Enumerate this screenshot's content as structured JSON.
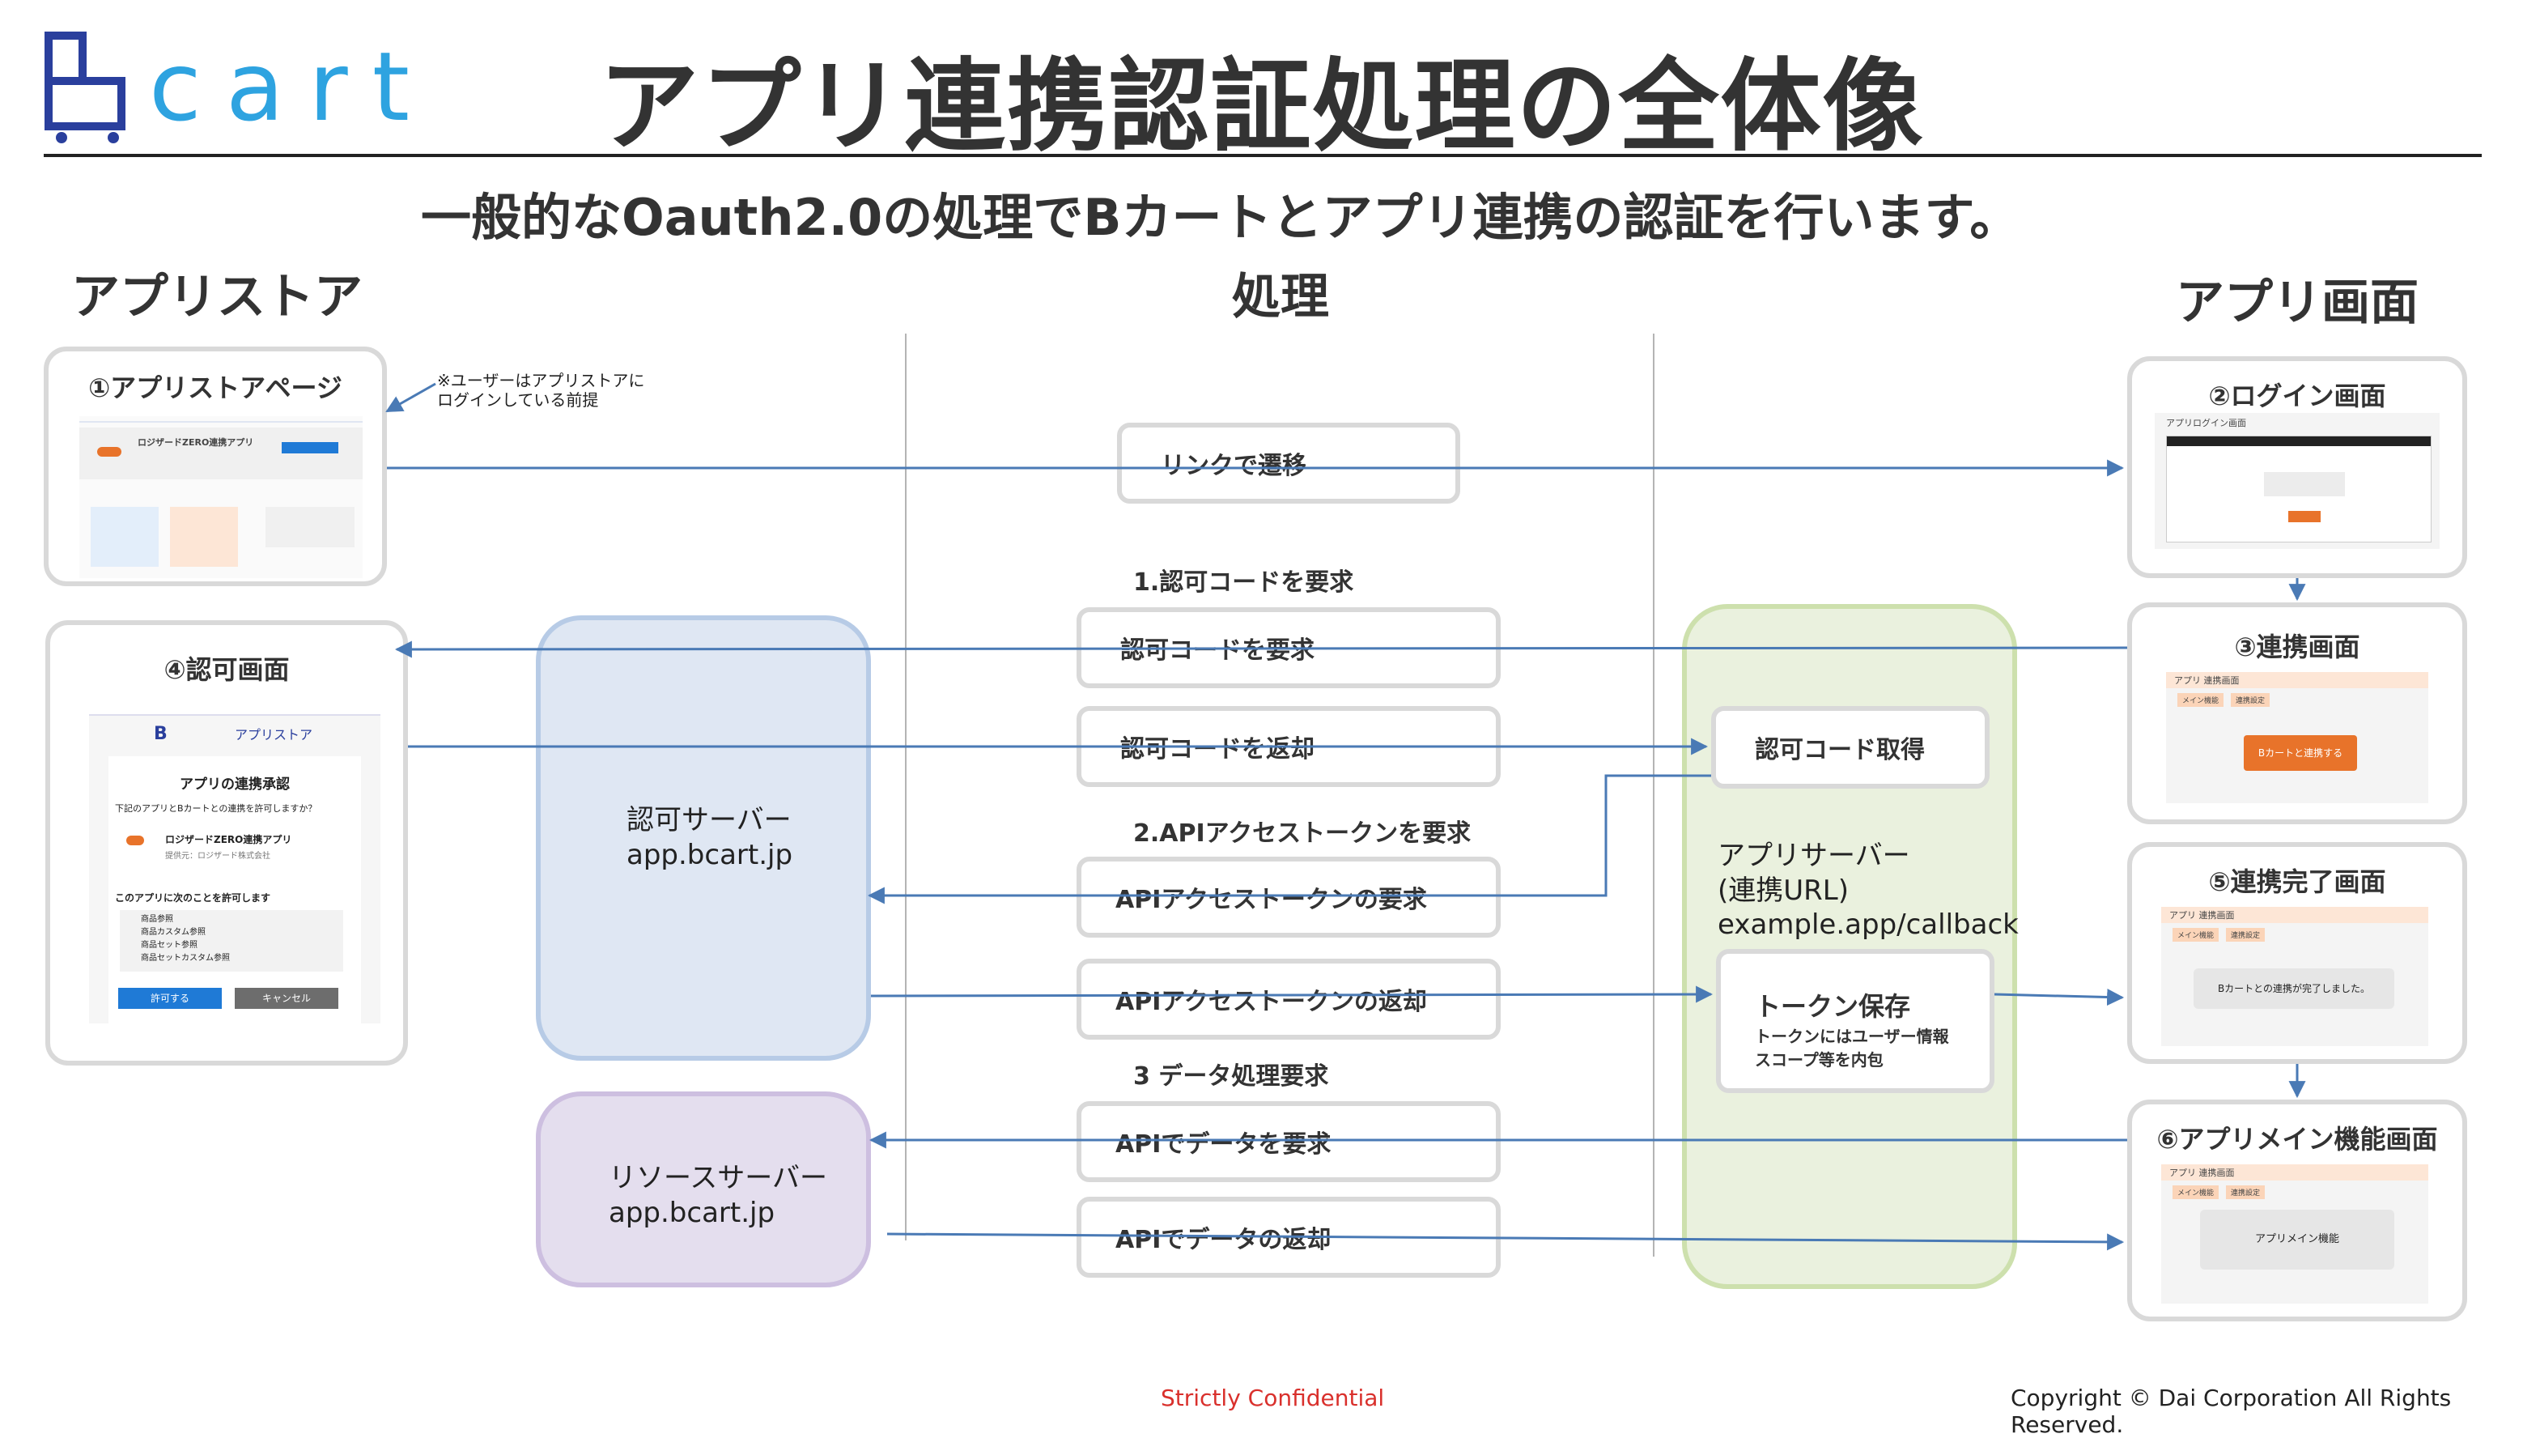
{
  "logo_text": "cart",
  "title": "アプリ連携認証処理の全体像",
  "subtitle": "一般的なOauth2.0の処理でBカートとアプリ連携の認証を行います。",
  "columns": {
    "left": "アプリストア",
    "center": "処理",
    "right": "アプリ画面"
  },
  "screens": {
    "s1": {
      "title": "①アプリストアページ",
      "note": "※ユーザーはアプリストアに\nログインしている前提",
      "mock_app": "ロジザードZERO連携アプリ"
    },
    "s2": {
      "title": "②ログイン画面",
      "mock_header": "アプリログイン画面"
    },
    "s3": {
      "title": "③連携画面",
      "mock_header": "アプリ 連携画面",
      "tab_main": "メイン機能",
      "tab_setting": "連携設定",
      "button": "Bカートと連携する"
    },
    "s4": {
      "title": "④認可画面",
      "store_label": "アプリストア",
      "heading": "アプリの連携承認",
      "question": "下記のアプリとBカートとの連携を許可しますか？",
      "app_name": "ロジザードZERO連携アプリ",
      "app_vendor": "提供元：ロジザード株式会社",
      "permit_heading": "このアプリに次のことを許可します",
      "permissions": [
        "商品参照",
        "商品カスタム参照",
        "商品セット参照",
        "商品セットカスタム参照"
      ],
      "allow_button": "許可する",
      "cancel_button": "キャンセル"
    },
    "s5": {
      "title": "⑤連携完了画面",
      "mock_header": "アプリ 連携画面",
      "tab_main": "メイン機能",
      "tab_setting": "連携設定",
      "message": "Bカートとの連携が完了しました。"
    },
    "s6": {
      "title": "⑥アプリメイン機能画面",
      "mock_header": "アプリ 連携画面",
      "tab_main": "メイン機能",
      "tab_setting": "連携設定",
      "panel": "アプリメイン機能"
    }
  },
  "process": {
    "link": "リンクで遷移",
    "step1": "1.認可コードを要求",
    "req_code": "認可コードを要求",
    "ret_code": "認可コードを返却",
    "step2": "2.APIアクセストークンを要求",
    "req_token": "APIアクセストークンの要求",
    "ret_token": "APIアクセストークンの返却",
    "step3": "3 データ処理要求",
    "req_data": "APIでデータを要求",
    "ret_data": "APIでデータの返却"
  },
  "servers": {
    "auth": {
      "line1": "認可サーバー",
      "line2": "app.bcart.jp"
    },
    "resource": {
      "line1": "リソースサーバー",
      "line2": "app.bcart.jp"
    },
    "app": {
      "line1": "アプリサーバー",
      "line2": "(連携URL)",
      "line3": "example.app/callback",
      "get_code": "認可コード取得",
      "save_token": "トークン保存",
      "save_note1": "トークンにはユーザー情報",
      "save_note2": "スコープ等を内包"
    }
  },
  "footer": {
    "confidential": "Strictly Confidential",
    "copyright": "Copyright © Dai Corporation All Rights Reserved."
  },
  "colors": {
    "arrow": "#4a7ab5",
    "orange": "#e8732a",
    "confidential": "#d9302c"
  }
}
